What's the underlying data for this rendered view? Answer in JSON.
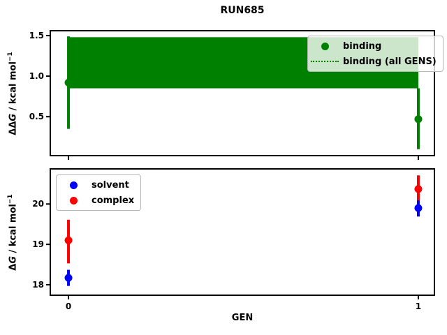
{
  "figure": {
    "title": "RUN685",
    "background": "#ffffff"
  },
  "labels": {
    "top_ylabel": {
      "pre": "ΔΔ",
      "var": "G",
      "unit": " / kcal mol",
      "sup": "−1"
    },
    "bottom_ylabel": {
      "pre": "Δ",
      "var": "G",
      "unit": " / kcal mol",
      "sup": "−1"
    },
    "xlabel": "GEN"
  },
  "colors": {
    "binding": "#008000",
    "solvent": "#0000ff",
    "complex": "#ff0000",
    "axis": "#000000",
    "legend_border": "#b7b7b7"
  },
  "legends": {
    "top": [
      {
        "label": "binding",
        "handle": "dot",
        "color_key": "binding"
      },
      {
        "label": "binding (all GENS)",
        "handle": "dotted-line",
        "color_key": "binding"
      }
    ],
    "bottom": [
      {
        "label": "solvent",
        "handle": "dot",
        "color_key": "solvent"
      },
      {
        "label": "complex",
        "handle": "dot",
        "color_key": "complex"
      }
    ]
  },
  "chart_data": [
    {
      "type": "scatter",
      "title": "RUN685",
      "xlabel": "",
      "ylabel": "ΔΔG / kcal mol⁻¹",
      "x": [
        0,
        1
      ],
      "xlim": [
        -0.052,
        1.046
      ],
      "ylim": [
        0.02,
        1.56
      ],
      "yticks": [
        0.5,
        1.0,
        1.5
      ],
      "ytick_labels": [
        "0.5",
        "1.0",
        "1.5"
      ],
      "xticks": [
        0,
        1
      ],
      "xtick_labels": [
        "",
        ""
      ],
      "grid": false,
      "legend_position": "upper right",
      "series": [
        {
          "name": "binding",
          "type": "errorbar-scatter",
          "color": "#008000",
          "y": [
            0.92,
            0.47
          ],
          "yerr_lo": [
            0.35,
            0.1
          ],
          "yerr_hi": [
            1.49,
            0.85
          ]
        },
        {
          "name": "binding (all GENS)",
          "type": "hline-band",
          "color": "#008000",
          "line_style": "dotted",
          "center": 1.16,
          "band": [
            0.85,
            1.48
          ],
          "x_span": [
            0,
            1
          ]
        }
      ]
    },
    {
      "type": "scatter",
      "title": "",
      "xlabel": "GEN",
      "ylabel": "ΔG / kcal mol⁻¹",
      "x": [
        0,
        1
      ],
      "xlim": [
        -0.052,
        1.046
      ],
      "ylim": [
        17.74,
        20.87
      ],
      "yticks": [
        18,
        19,
        20
      ],
      "ytick_labels": [
        "18",
        "19",
        "20"
      ],
      "xticks": [
        0,
        1
      ],
      "xtick_labels": [
        "0",
        "1"
      ],
      "grid": false,
      "legend_position": "upper left",
      "series": [
        {
          "name": "solvent",
          "type": "errorbar-scatter",
          "color": "#0000ff",
          "y": [
            18.17,
            19.9
          ],
          "yerr_lo": [
            17.97,
            19.69
          ],
          "yerr_hi": [
            18.37,
            20.1
          ]
        },
        {
          "name": "complex",
          "type": "errorbar-scatter",
          "color": "#ff0000",
          "y": [
            19.1,
            20.37
          ],
          "yerr_lo": [
            18.53,
            20.09
          ],
          "yerr_hi": [
            19.61,
            20.71
          ]
        }
      ]
    }
  ]
}
